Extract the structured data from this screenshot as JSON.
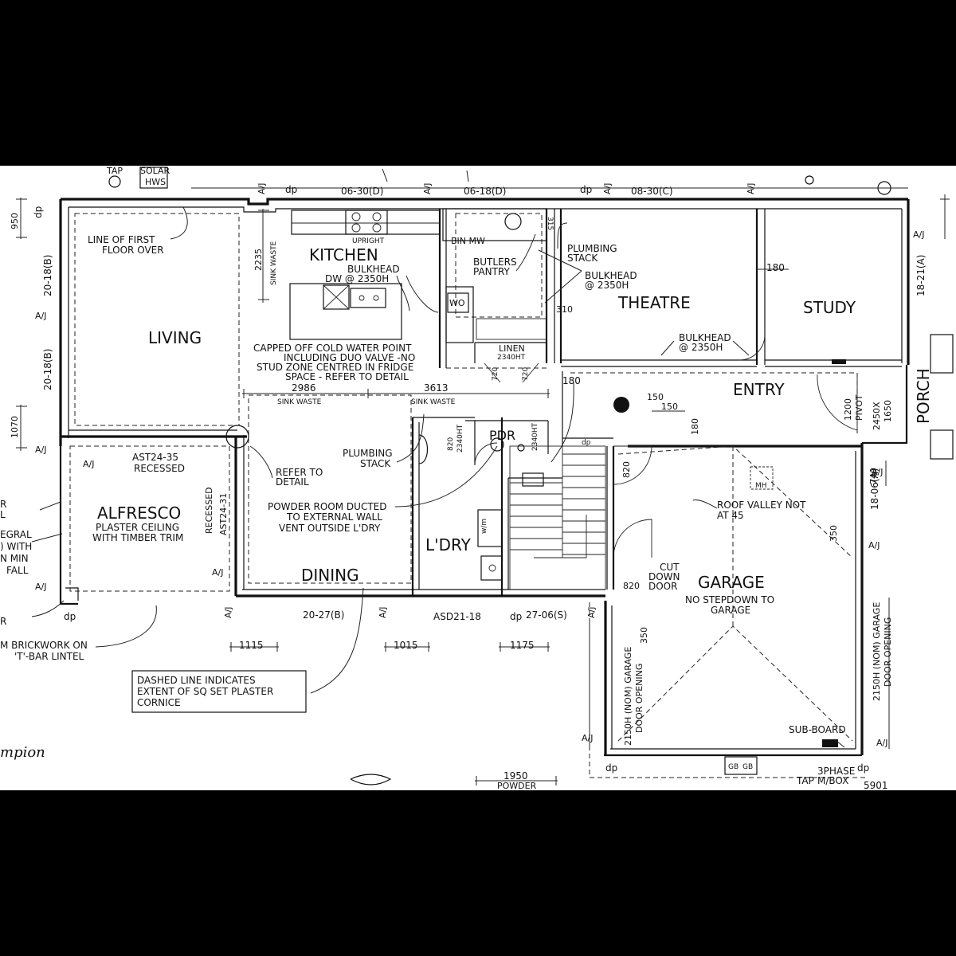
{
  "rooms": {
    "kitchen": "KITCHEN",
    "living": "LIVING",
    "theatre": "THEATRE",
    "study": "STUDY",
    "entry": "ENTRY",
    "porch": "PORCH",
    "alfresco": "ALFRESCO",
    "dining": "DINING",
    "laundry": "L'DRY",
    "garage": "GARAGE",
    "pdr": "PDR"
  },
  "notes": {
    "line_first_floor_1": "LINE OF FIRST",
    "line_first_floor_2": "FLOOR OVER",
    "upright": "UPRIGHT",
    "bin_mw": "BIN MW",
    "butlers_1": "BUTLERS",
    "butlers_2": "PANTRY",
    "plumbing_stack_top_1": "PLUMBING",
    "plumbing_stack_top_2": "STACK",
    "bulkhead_kitchen_1": "BULKHEAD",
    "bulkhead_kitchen_2": "DW @ 2350H",
    "bulkhead_theatre_1": "BULKHEAD",
    "bulkhead_theatre_2": "@ 2350H",
    "bulkhead_study_1": "BULKHEAD",
    "bulkhead_study_2": "@ 2350H",
    "sink_waste_vertical": "SINK WASTE",
    "wo": "WO",
    "linen_1": "LINEN",
    "linen_2": "2340HT",
    "capped_1": "CAPPED OFF COLD WATER POINT",
    "capped_2": "INCLUDING DUO VALVE -NO",
    "capped_3": "STUD ZONE CENTRED IN FRIDGE",
    "capped_4": "SPACE - REFER TO DETAIL",
    "sink_waste_1": "SINK WASTE",
    "sink_waste_2": "SINK WASTE",
    "ast2435_1": "AST24-35",
    "ast2435_2": "RECESSED",
    "alfresco_sub_1": "PLASTER CEILING",
    "alfresco_sub_2": "WITH TIMBER TRIM",
    "recessed": "RECESSED",
    "ast2431": "AST24-31",
    "refer_detail_1": "REFER TO",
    "refer_detail_2": "DETAIL",
    "plumbing_stack_mid_1": "PLUMBING",
    "plumbing_stack_mid_2": "STACK",
    "powder_1": "POWDER ROOM DUCTED",
    "powder_2": "TO EXTERNAL WALL",
    "powder_3": "VENT OUTSIDE L'DRY",
    "wm": "w/m",
    "ht_2340": "2340HT",
    "pivot": "PIVOT",
    "porch_size_1": "2450X",
    "porch_size_2": "1650",
    "roof_valley_1": "ROOF VALLEY NOT",
    "roof_valley_2": "AT 45",
    "mh": "MH",
    "cut_down_1": "CUT",
    "cut_down_2": "DOWN",
    "cut_down_3": "DOOR",
    "no_stepdown_1": "NO STEPDOWN TO",
    "no_stepdown_2": "GARAGE",
    "garage_door_left_1": "2150H (NOM) GARAGE",
    "garage_door_left_2": "DOOR OPENING",
    "garage_door_right_1": "2150H (NOM) GARAGE",
    "garage_door_right_2": "DOOR OPENING",
    "sub_board": "SUB-BOARD",
    "three_phase_1": "3PHASE",
    "three_phase_2": "M/BOX",
    "tap_bottom": "TAP",
    "gb_1": "GB",
    "gb_2": "GB",
    "tap_top": "TAP",
    "solar_1": "SOLAR",
    "solar_2": "HWS",
    "dashed_1": "DASHED LINE INDICATES",
    "dashed_2": "EXTENT OF SQ SET PLASTER",
    "dashed_3": "CORNICE",
    "brickwork_1": "M BRICKWORK ON",
    "brickwork_2": "'T'-BAR LINTEL",
    "left_frag_1": "R",
    "left_frag_2": "L",
    "left_frag_3": "EGRAL",
    "left_frag_4": ") WITH",
    "left_frag_5": "N MIN",
    "left_frag_6": "FALL",
    "left_frag_7": "R",
    "signature": "mpion",
    "powder_bottom": "POWDER",
    "bracket_5901": "5901"
  },
  "windows": {
    "w_0630D": "06-30(D)",
    "w_0618D": "06-18(D)",
    "w_0830C": "08-30(C)",
    "w_2018B_1": "20-18(B)",
    "w_2018B_2": "20-18(B)",
    "w_1821A": "18-21(A)",
    "w_1806A": "18-06(A)",
    "w_2027B": "20-27(B)",
    "w_ASD2118": "ASD21-18",
    "w_2706S": "27-06(S)"
  },
  "dims": {
    "d950": "950",
    "d1070": "1070",
    "d2235": "2235",
    "d2986": "2986",
    "d3613": "3613",
    "d180_theatre": "180",
    "d180_entry": "180",
    "d180_bottom": "180",
    "d150_1": "150",
    "d150_2": "150",
    "d310": "310",
    "d315": "315",
    "d720_1": "720",
    "d720_2": "720",
    "d820_1": "820",
    "d820_2": "820",
    "d820_3": "820",
    "d2340": "2340HT",
    "d1200": "1200",
    "d740": "740",
    "d350_1": "350",
    "d350_2": "350",
    "d1115": "1115",
    "d1015": "1015",
    "d1175": "1175",
    "d1950": "1950"
  },
  "markers": {
    "dp": "dp",
    "aj": "A/J"
  }
}
